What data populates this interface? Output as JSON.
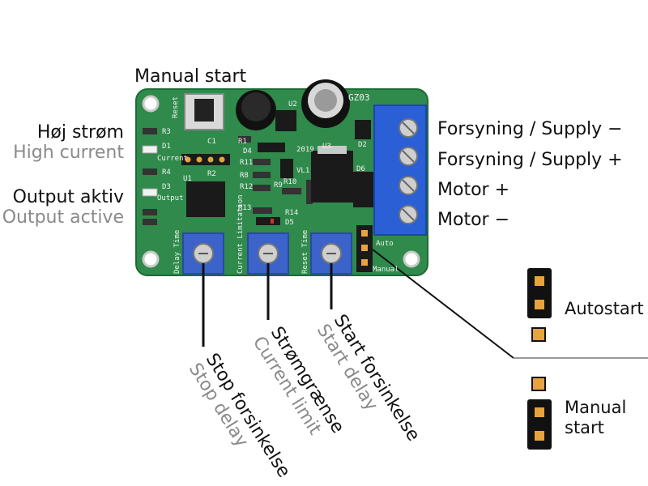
{
  "labels": {
    "manual_start_top": "Manual start",
    "high_current_da": "Høj strøm",
    "high_current_en": "High current",
    "output_active_da": "Output aktiv",
    "output_active_en": "Output active",
    "supply_minus": "Forsyning / Supply −",
    "supply_plus": "Forsyning / Supply +",
    "motor_plus": "Motor +",
    "motor_minus": "Motor −",
    "stop_delay_da": "Stop forsinkelse",
    "stop_delay_en": "Stop delay",
    "current_limit_da": "Strømgrænse",
    "current_limit_en": "Current limit",
    "start_delay_da": "Start forsinkelse",
    "start_delay_en": "Start delay",
    "autostart": "Autostart",
    "manual_start_jumper": [
      "Manual",
      "start"
    ]
  },
  "pcb_silkscreen": {
    "reset": "Reset",
    "r3": "R3",
    "d1": "D1",
    "current": "Current",
    "r4": "R4",
    "d3": "D3",
    "output": "Output",
    "r2": "R2",
    "r1": "R1",
    "c1": "C1",
    "u1": "U1",
    "r11": "R11",
    "r8": "R8",
    "r12": "R12",
    "r9": "R9",
    "r10": "R10",
    "r13": "R13",
    "r14": "R14",
    "d4": "D4",
    "d5": "D5",
    "d6": "D6",
    "d2": "D2",
    "u2": "U2",
    "u3": "U3",
    "vl1": "VL1",
    "year": "2019",
    "board": "GZ03",
    "auto": "Auto",
    "manual": "Manual",
    "delay_time": "Delay Time",
    "current_limitation": "Current Limitation",
    "reset_time": "Reset Time"
  },
  "colors": {
    "pcb": "#2f8a4b",
    "pcb_dark": "#1f6b36",
    "terminal": "#2a5fd6",
    "pot": "#3b63c9",
    "gold": "#e6a33e",
    "line": "#222222"
  }
}
